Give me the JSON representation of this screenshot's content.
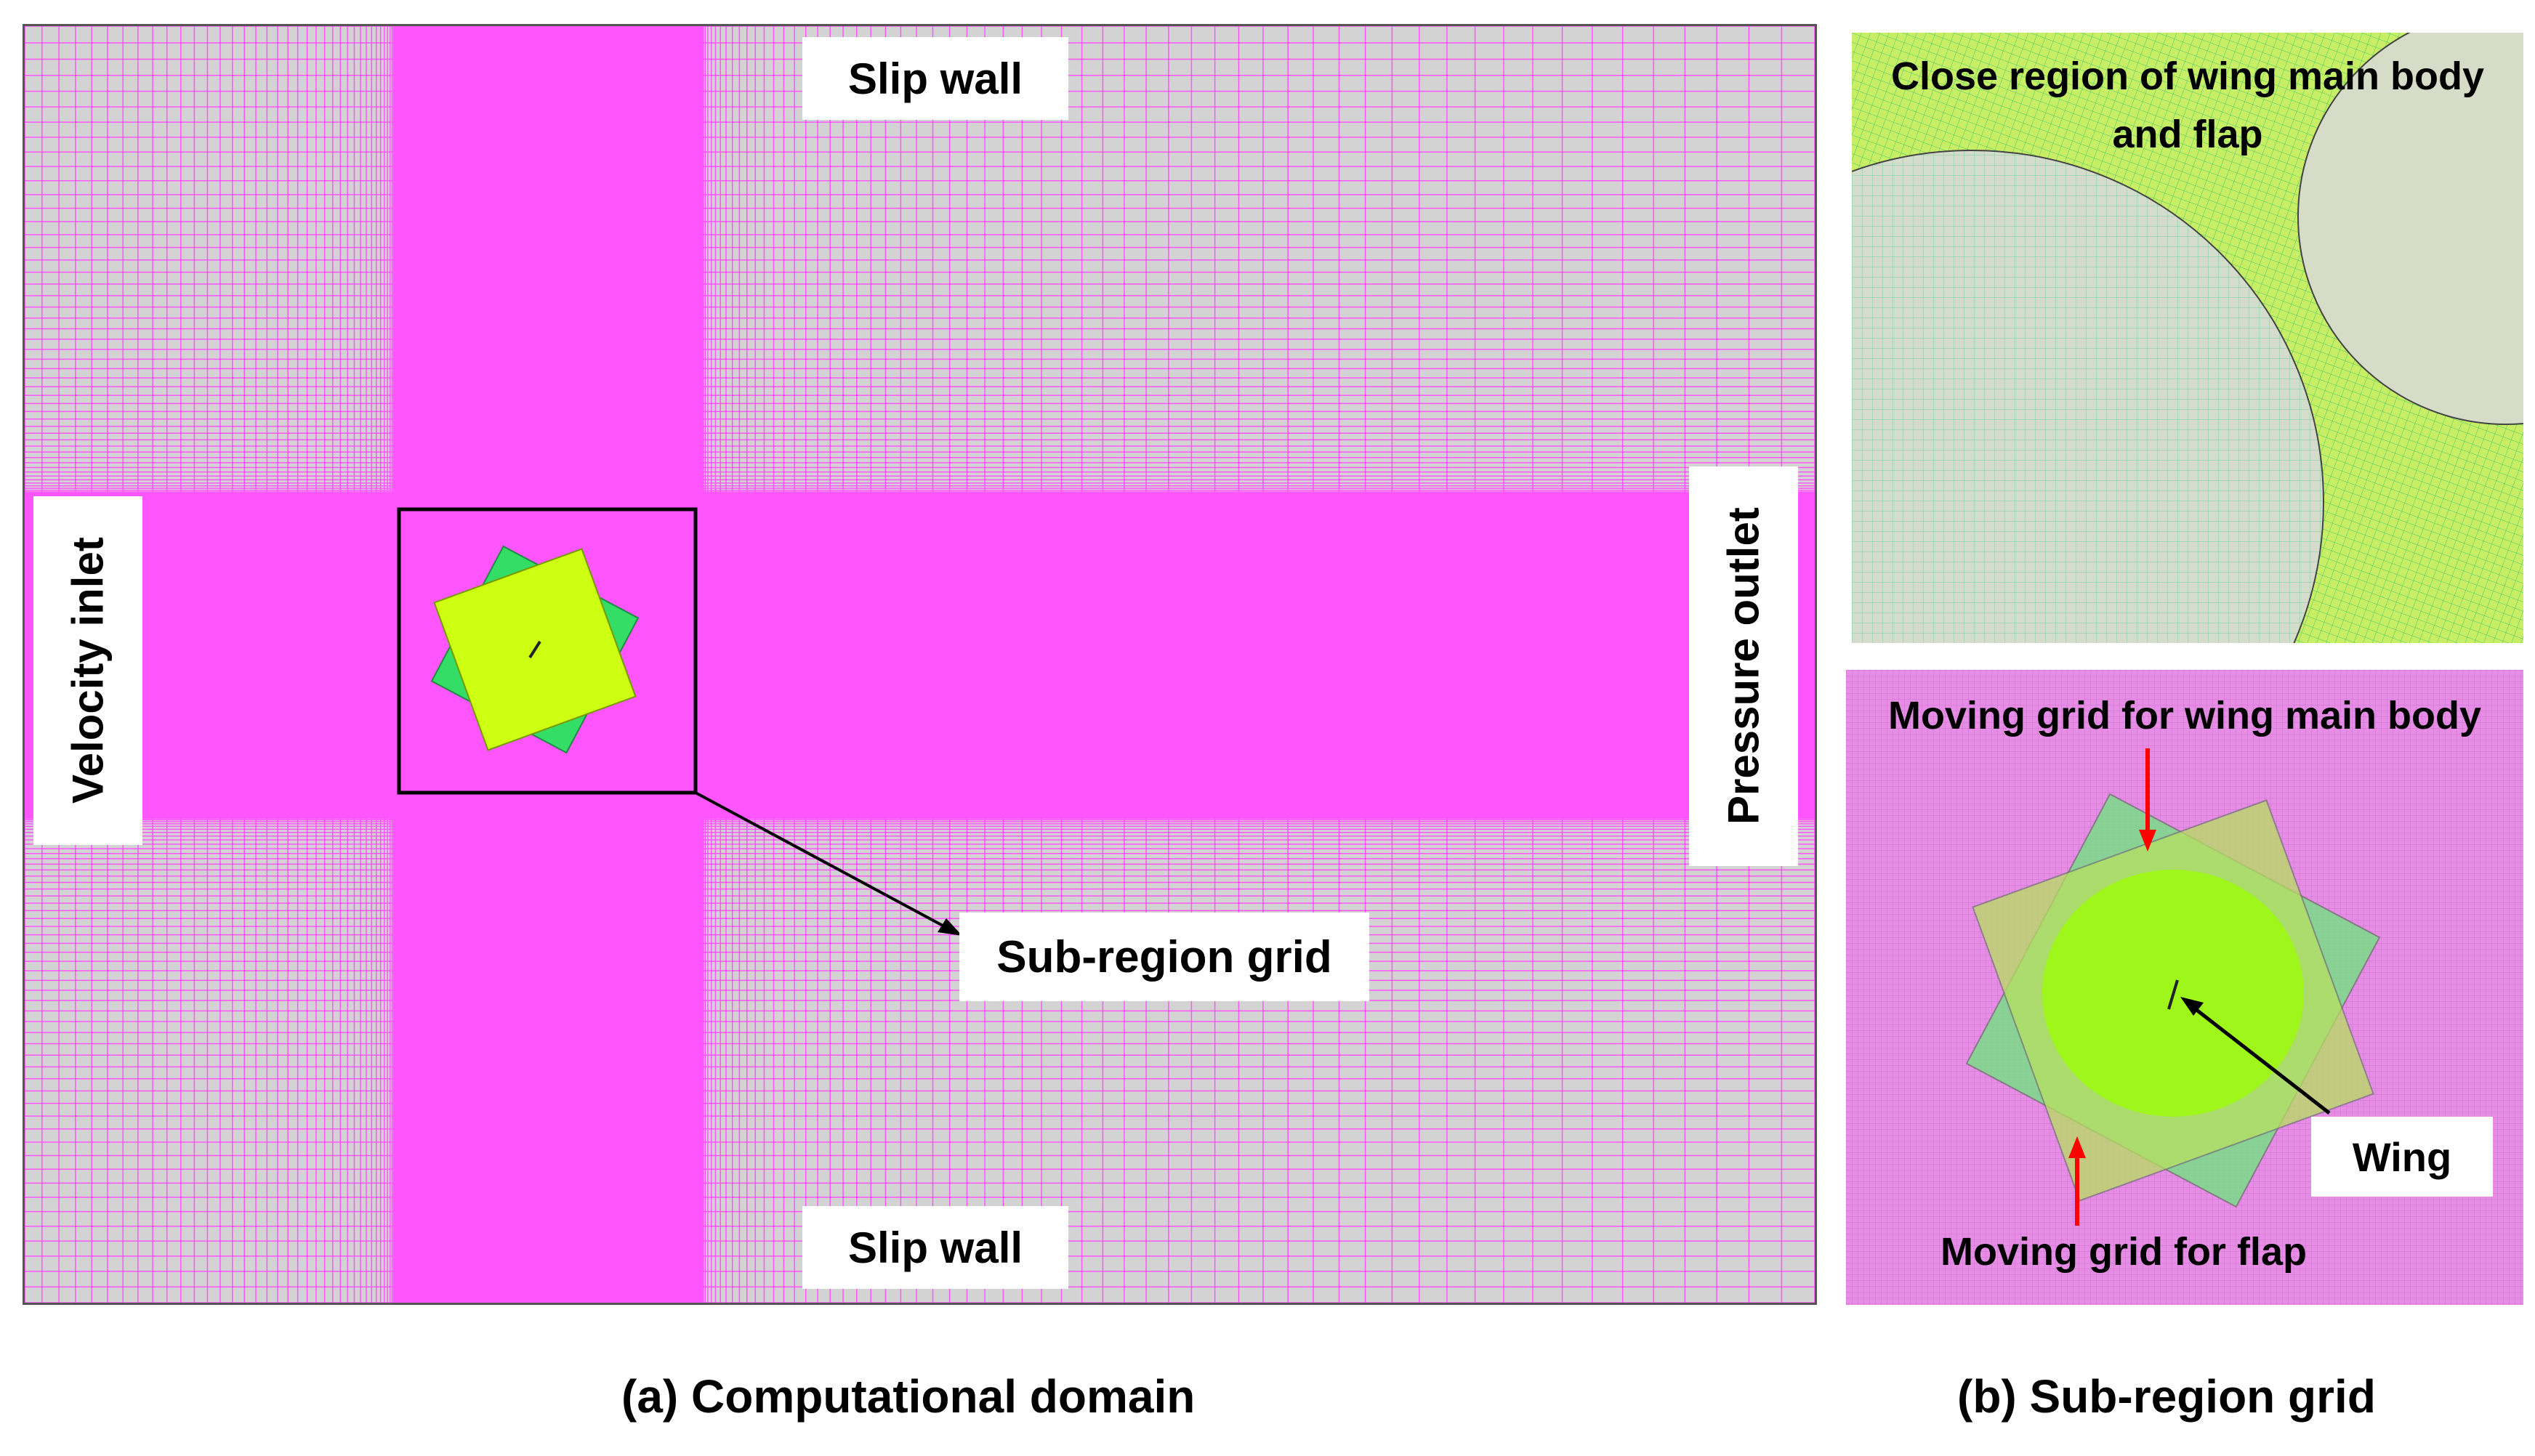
{
  "domain_panel": {
    "top_boundary": "Slip wall",
    "bottom_boundary": "Slip wall",
    "left_boundary": "Velocity  inlet",
    "right_boundary": "Pressure outlet",
    "subregion_callout": "Sub-region grid",
    "caption": "(a) Computational domain"
  },
  "subregion_panel": {
    "closeup_label_line1": "Close region of wing main body",
    "closeup_label_line2": "and flap",
    "main_body_grid_label": "Moving grid for wing main body",
    "flap_grid_label": "Moving grid for flap",
    "wing_label": "Wing",
    "caption": "(b) Sub-region grid"
  },
  "colors": {
    "background_grid": "#d3d3d3",
    "grid_lines": "#ff55ff",
    "refined_band": "#ff55ff",
    "moving_grid_main": "#33dd66",
    "moving_grid_flap": "#ccff11",
    "arrow_red": "#ff0000"
  }
}
